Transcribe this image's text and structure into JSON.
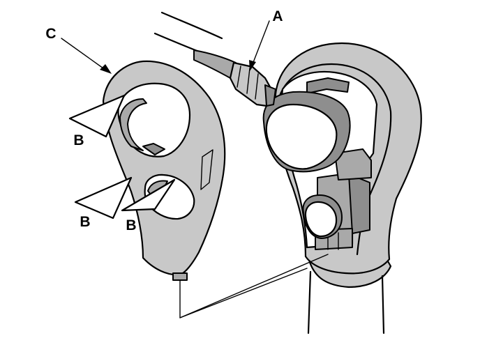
{
  "labels": {
    "a": "A",
    "b1": "B",
    "b2": "B",
    "b3": "B",
    "c": "C"
  }
}
